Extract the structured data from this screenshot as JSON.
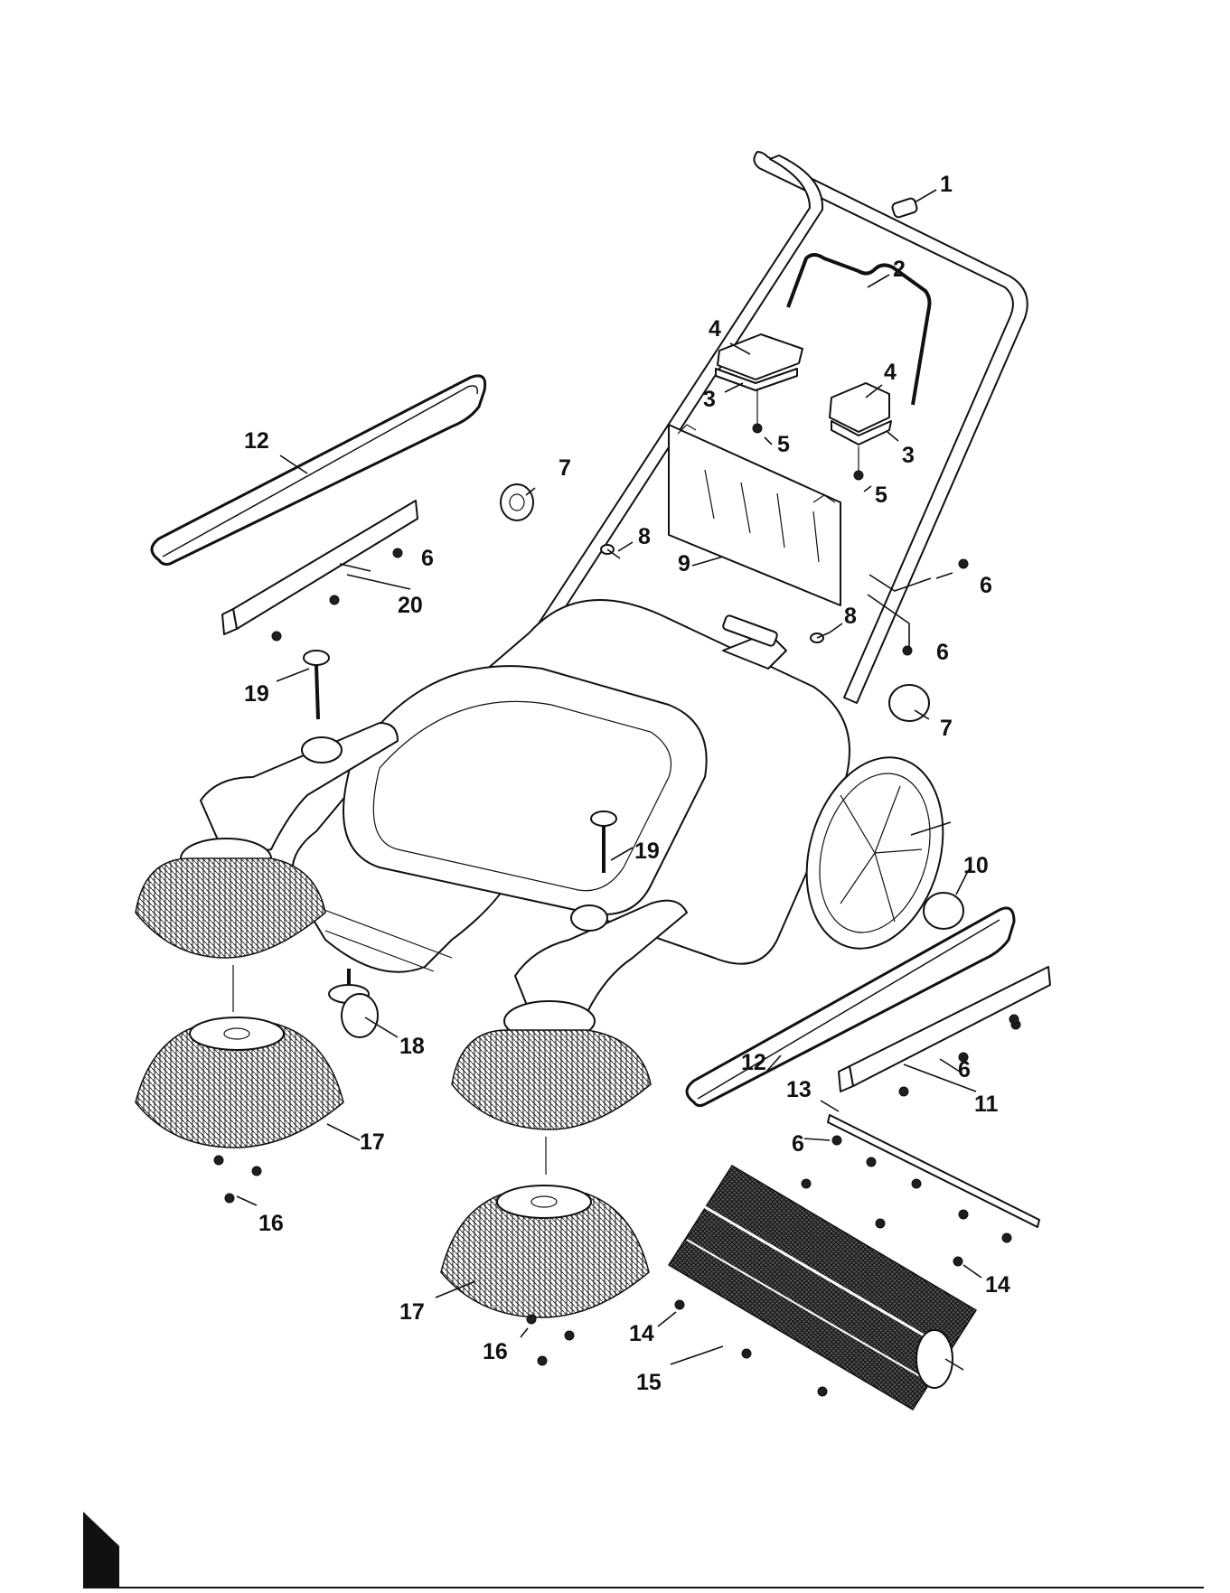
{
  "figure": {
    "callouts": [
      {
        "id": "c1",
        "text": "1"
      },
      {
        "id": "c2",
        "text": "2"
      },
      {
        "id": "c3a",
        "text": "3"
      },
      {
        "id": "c3b",
        "text": "3"
      },
      {
        "id": "c4a",
        "text": "4"
      },
      {
        "id": "c4b",
        "text": "4"
      },
      {
        "id": "c5a",
        "text": "5"
      },
      {
        "id": "c5b",
        "text": "5"
      },
      {
        "id": "c6a",
        "text": "6"
      },
      {
        "id": "c6b",
        "text": "6"
      },
      {
        "id": "c6c",
        "text": "6"
      },
      {
        "id": "c6d",
        "text": "6"
      },
      {
        "id": "c6e",
        "text": "6"
      },
      {
        "id": "c7a",
        "text": "7"
      },
      {
        "id": "c7b",
        "text": "7"
      },
      {
        "id": "c8a",
        "text": "8"
      },
      {
        "id": "c8b",
        "text": "8"
      },
      {
        "id": "c9",
        "text": "9"
      },
      {
        "id": "c10",
        "text": "10"
      },
      {
        "id": "c11",
        "text": "11"
      },
      {
        "id": "c12a",
        "text": "12"
      },
      {
        "id": "c12b",
        "text": "12"
      },
      {
        "id": "c13",
        "text": "13"
      },
      {
        "id": "c14a",
        "text": "14"
      },
      {
        "id": "c14b",
        "text": "14"
      },
      {
        "id": "c15",
        "text": "15"
      },
      {
        "id": "c16a",
        "text": "16"
      },
      {
        "id": "c16b",
        "text": "16"
      },
      {
        "id": "c17a",
        "text": "17"
      },
      {
        "id": "c17b",
        "text": "17"
      },
      {
        "id": "c18",
        "text": "18"
      },
      {
        "id": "c19a",
        "text": "19"
      },
      {
        "id": "c19b",
        "text": "19"
      },
      {
        "id": "c20",
        "text": "20"
      }
    ]
  }
}
